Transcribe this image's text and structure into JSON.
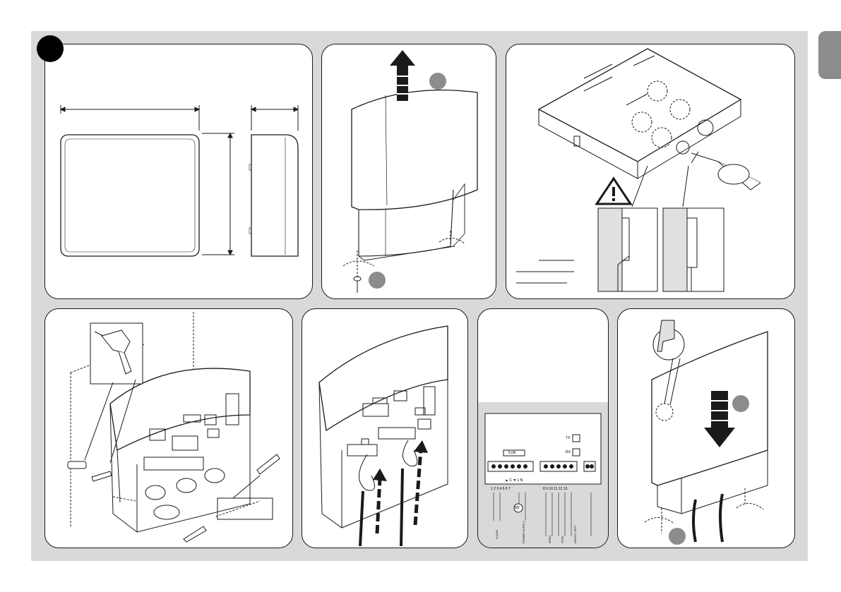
{
  "colors": {
    "background": "#d9d9d9",
    "panel": "#ffffff",
    "outline": "#1a1a1a",
    "step_badge": "#8c8c8c",
    "warning": "#000000"
  },
  "icons": {
    "warning": "warning-triangle-icon",
    "drill": "drill-icon",
    "screw": "screw-icon",
    "wall_plug": "wall-plug-icon",
    "arrow_up": "arrow-up-icon",
    "arrow_down": "arrow-down-icon",
    "rotate": "rotate-arrow-icon"
  },
  "terminal_board": {
    "fuse_label": "5,0A",
    "tx": "TX",
    "rx": "RX",
    "motor": "M2",
    "group1_numbers": "1 2 3 4 5 6 7",
    "group2_numbers": "8 9 10 11 12 13",
    "group1_letters": "▲ C ▼ L N",
    "labels_left": [
      "FLASH",
      "POWER SUPPLY"
    ],
    "labels_right": [
      "OPEN",
      "STOP",
      "PHOTO TEST"
    ]
  }
}
